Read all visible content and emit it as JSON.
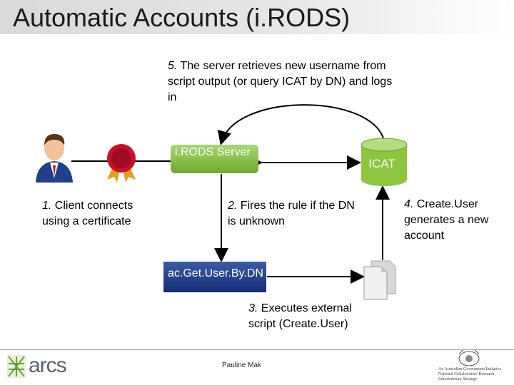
{
  "slide": {
    "title": "Automatic Accounts (i.RODS)"
  },
  "steps": {
    "step5": {
      "num": "5.",
      "text": "The server retrieves new username from script output (or query ICAT by DN) and logs in"
    },
    "step1": {
      "num": "1.",
      "text": "Client connects using a certificate"
    },
    "step2": {
      "num": "2.",
      "text": "Fires the rule if the DN is unknown"
    },
    "step3": {
      "num": "3.",
      "text": "Executes external script (Create.User)"
    },
    "step4": {
      "num": "4.",
      "text": "Create.User generates a new account"
    }
  },
  "nodes": {
    "server": "i.RODS Server",
    "icat": "ICAT",
    "acct": "ac.Get.User.By.DN"
  },
  "footer": {
    "author": "Pauline Mak",
    "logo_text": "arcs",
    "gov_lines": [
      "An Australian Government Initiative",
      "National Collaborative Research",
      "Infrastructure Strategy"
    ]
  },
  "icons": {
    "user": "user-icon",
    "certificate": "certificate-icon",
    "database": "database-icon",
    "script": "document-icon"
  },
  "colors": {
    "server_box": "#8cc63f",
    "acct_box": "#1f3a8a",
    "icat_cylinder": "#8cc63f"
  }
}
